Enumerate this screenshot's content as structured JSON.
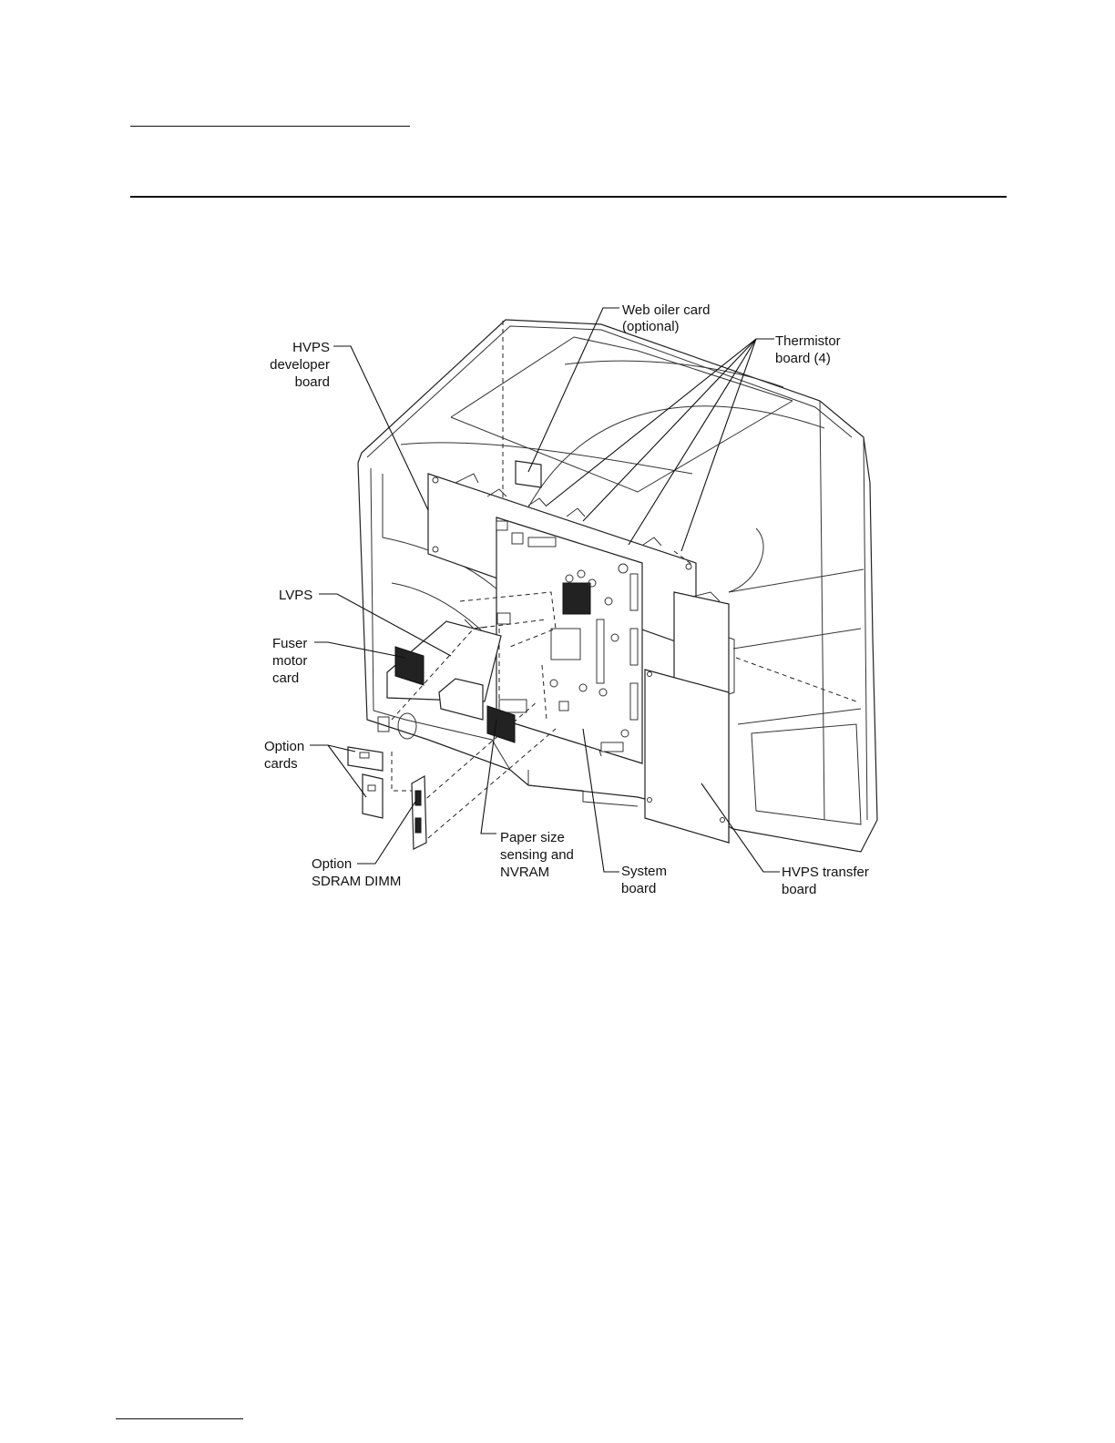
{
  "labels": {
    "web_oiler_1": "Web oiler card",
    "web_oiler_2": "(optional)",
    "thermistor_1": "Thermistor",
    "thermistor_2": "board (4)",
    "hvps_dev_1": "HVPS",
    "hvps_dev_2": "developer",
    "hvps_dev_3": "board",
    "lvps": "LVPS",
    "fuser_1": "Fuser",
    "fuser_2": "motor",
    "fuser_3": "card",
    "option_cards_1": "Option",
    "option_cards_2": "cards",
    "sdram_1": "Option",
    "sdram_2": "SDRAM DIMM",
    "paper_1": "Paper size",
    "paper_2": "sensing and",
    "paper_3": "NVRAM",
    "system_1": "System",
    "system_2": "board",
    "hvps_tr_1": "HVPS transfer",
    "hvps_tr_2": "board"
  }
}
